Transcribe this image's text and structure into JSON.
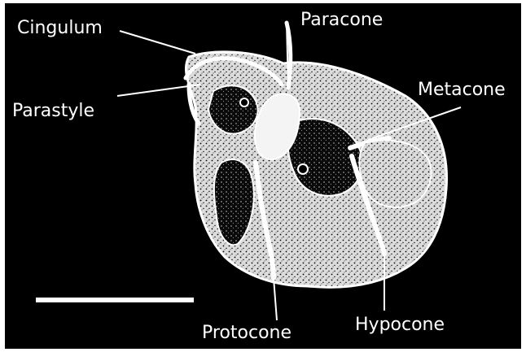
{
  "labels": {
    "cingulum": "Cingulum",
    "paracone": "Paracone",
    "parastyle": "Parastyle",
    "metacone": "Metacone",
    "protocone": "Protocone",
    "hypocone": "Hypocone"
  },
  "colors": {
    "background": "#000000",
    "foreground": "#ffffff",
    "frame": "#ffffff"
  },
  "scale_bar": {
    "visible": true
  }
}
